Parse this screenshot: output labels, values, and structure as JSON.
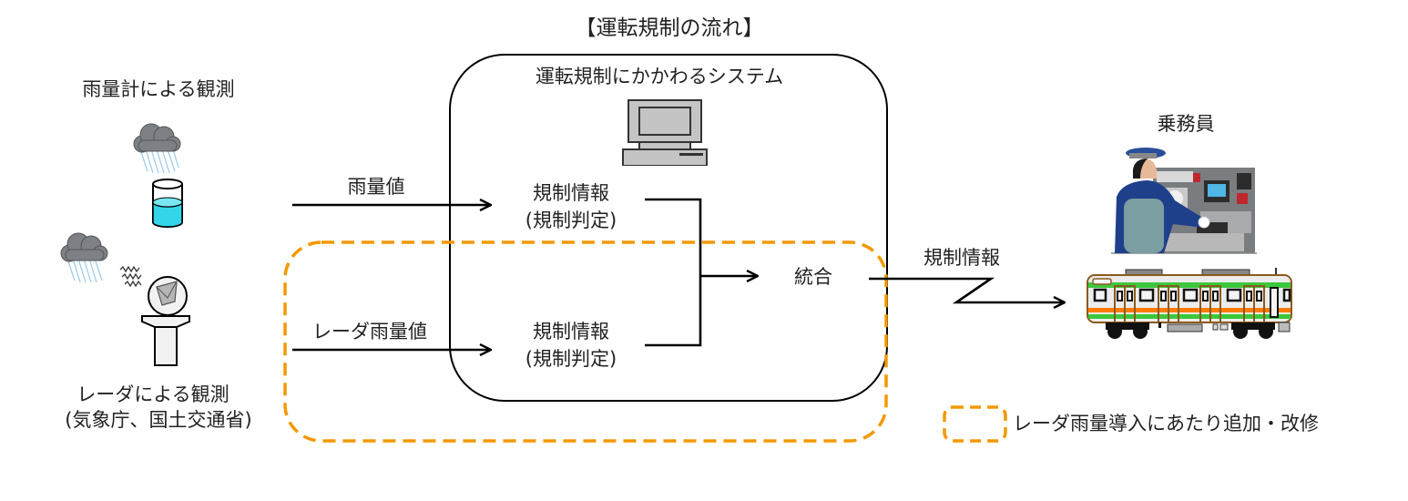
{
  "title": "【運転規制の流れ】",
  "sources": {
    "rain_gauge": {
      "label": "雨量計による観測",
      "icons": [
        "rain-cloud-icon",
        "rain-gauge-cylinder-icon"
      ]
    },
    "radar": {
      "label_line1": "レーダによる観測",
      "label_line2": "(気象庁、国土交通省)",
      "icons": [
        "rain-cloud-icon",
        "radio-waves-icon",
        "radar-dome-icon"
      ]
    }
  },
  "flows": {
    "rain_value": "雨量値",
    "radar_rain_value": "レーダ雨量値",
    "output": "規制情報"
  },
  "system": {
    "label": "運転規制にかかわるシステム",
    "icon": "computer-icon",
    "node_top": {
      "line1": "規制情報",
      "line2": "(規制判定)"
    },
    "node_bottom": {
      "line1": "規制情報",
      "line2": "(規制判定)"
    },
    "merge": "統合"
  },
  "crew": {
    "label": "乗務員",
    "icons": [
      "train-driver-icon",
      "train-car-icon"
    ]
  },
  "legend": {
    "label": "レーダ雨量導入にあたり追加・改修",
    "color": "#f39800"
  },
  "colors": {
    "line": "#000000",
    "dashed_box": "#f39800",
    "gauge_water": "#33d6e8",
    "train_green": "#3cc83c",
    "train_orange": "#ff7a00",
    "train_frame": "#8b5a1e"
  }
}
